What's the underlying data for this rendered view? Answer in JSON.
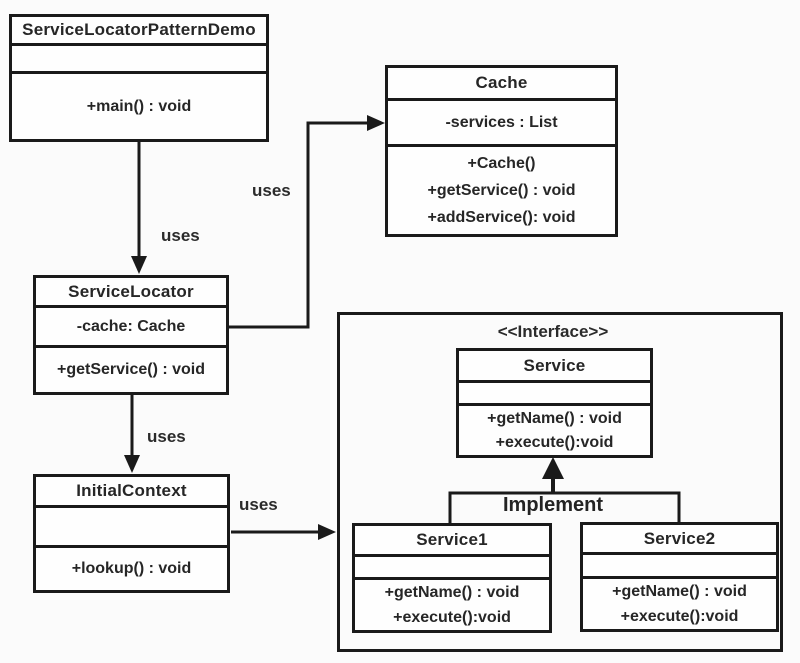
{
  "classes": {
    "demo": {
      "name": "ServiceLocatorPatternDemo",
      "methods": [
        "+main() : void"
      ]
    },
    "cache": {
      "name": "Cache",
      "attributes": [
        "-services : List"
      ],
      "methods": [
        "+Cache()",
        "+getService() : void",
        "+addService(): void"
      ]
    },
    "locator": {
      "name": "ServiceLocator",
      "attributes": [
        "-cache: Cache"
      ],
      "methods": [
        "+getService() : void"
      ]
    },
    "context": {
      "name": "InitialContext",
      "methods": [
        "+lookup() : void"
      ]
    },
    "service": {
      "stereotype": "<<Interface>>",
      "name": "Service",
      "methods": [
        "+getName() : void",
        "+execute():void"
      ]
    },
    "service1": {
      "name": "Service1",
      "methods": [
        "+getName() : void",
        "+execute():void"
      ]
    },
    "service2": {
      "name": "Service2",
      "methods": [
        "+getName() : void",
        "+execute():void"
      ]
    }
  },
  "labels": {
    "uses_demo_to_locator": "uses",
    "uses_locator_to_cache": "uses",
    "uses_locator_to_context": "uses",
    "uses_context_to_services": "uses",
    "implement": "Implement"
  },
  "colors": {
    "line": "#1a1a1a",
    "text": "#262626",
    "box_fill": "#fefefe",
    "background": "#fbfbfb"
  }
}
